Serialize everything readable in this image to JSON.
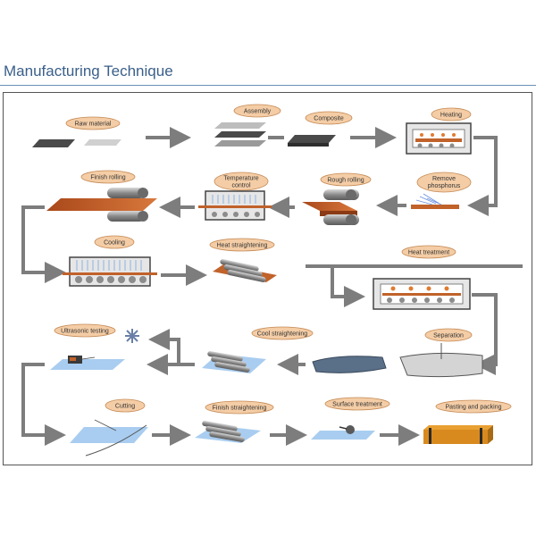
{
  "page": {
    "title": "Manufacturing Technique"
  },
  "steps": {
    "raw_material": "Raw material",
    "assembly": "Assembly",
    "composite": "Composite",
    "heating": "Heating",
    "finish_rolling": "Finish rolling",
    "temperature_control_1": "Temperature",
    "temperature_control_2": "control",
    "rough_rolling": "Rough rolling",
    "remove_phosphorus_1": "Remove",
    "remove_phosphorus_2": "phosphorus",
    "cooling": "Cooling",
    "heat_straightening": "Heat straightening",
    "heat_treatment": "Heat treatment",
    "ultrasonic_testing": "Ultrasonic testing",
    "cool_straightening": "Cool straightening",
    "separation": "Separation",
    "cutting": "Cutting",
    "finish_straightening": "Finish straightening",
    "surface_treatment": "Surface treatment",
    "pasting_and_packing": "Pasting and packing"
  },
  "colors": {
    "label_fill": "#f4cda6",
    "label_stroke": "#c58a55",
    "arrow": "#7d7d7d",
    "steel_dark": "#4a4a4a",
    "steel_light": "#c8c8c8",
    "copper": "#c0622a",
    "roller": "#8c8c8c",
    "plate_blue": "#a9cdf0"
  }
}
